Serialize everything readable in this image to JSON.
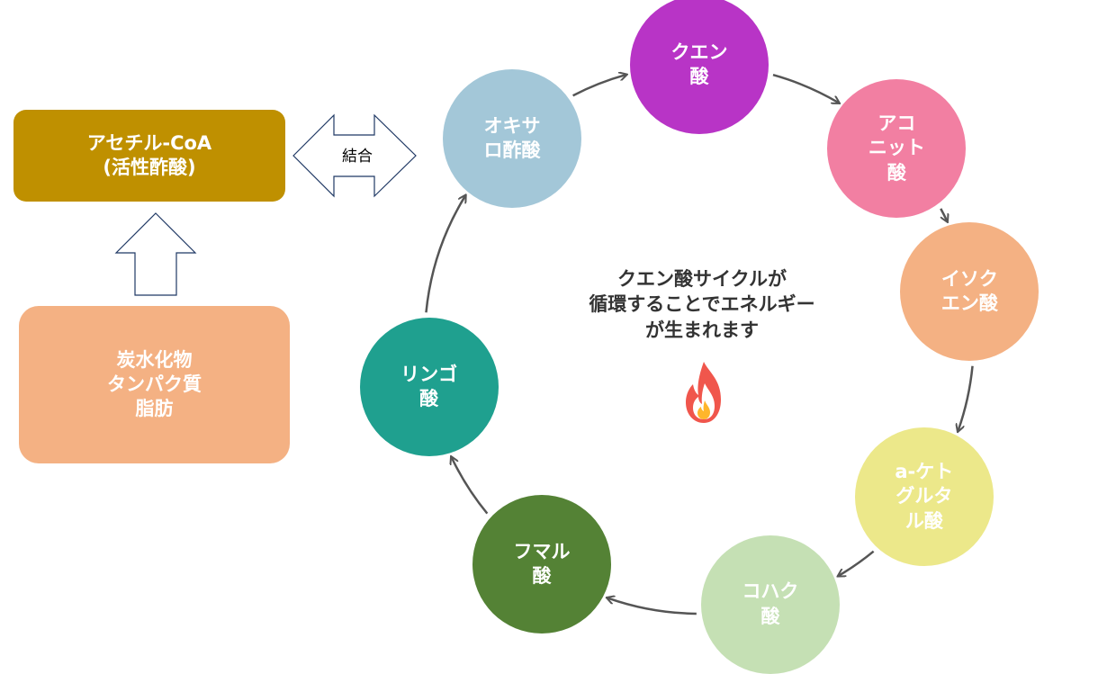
{
  "acetyl_box": {
    "line1": "アセチル-CoA",
    "line2": "(活性酢酸)",
    "color": "#bf9000"
  },
  "nutrient_box": {
    "line1": "炭水化物",
    "line2": "タンパク質",
    "line3": "脂肪",
    "color": "#f4b183"
  },
  "bind_label": "結合",
  "center_text": {
    "line1": "クエン酸サイクルが",
    "line2": "循環することでエネルギー",
    "line3": "が生まれます"
  },
  "cycle": [
    {
      "lines": [
        "クエン",
        "酸"
      ],
      "color": "#b834c6"
    },
    {
      "lines": [
        "アコ",
        "ニット",
        "酸"
      ],
      "color": "#f27fa2"
    },
    {
      "lines": [
        "イソク",
        "エン酸"
      ],
      "color": "#f4b183"
    },
    {
      "lines": [
        "a-ケト",
        "グルタ",
        "ル酸"
      ],
      "color": "#ece88a"
    },
    {
      "lines": [
        "コハク",
        "酸"
      ],
      "color": "#c5e0b4"
    },
    {
      "lines": [
        "フマル",
        "酸"
      ],
      "color": "#548235"
    },
    {
      "lines": [
        "リンゴ",
        "酸"
      ],
      "color": "#1fa08f"
    },
    {
      "lines": [
        "オキサ",
        "ロ酢酸"
      ],
      "color": "#a3c7d8"
    }
  ],
  "icons": {
    "fire": "fire-icon",
    "up_arrow": "up-arrow-icon",
    "double_arrow": "double-arrow-icon"
  }
}
